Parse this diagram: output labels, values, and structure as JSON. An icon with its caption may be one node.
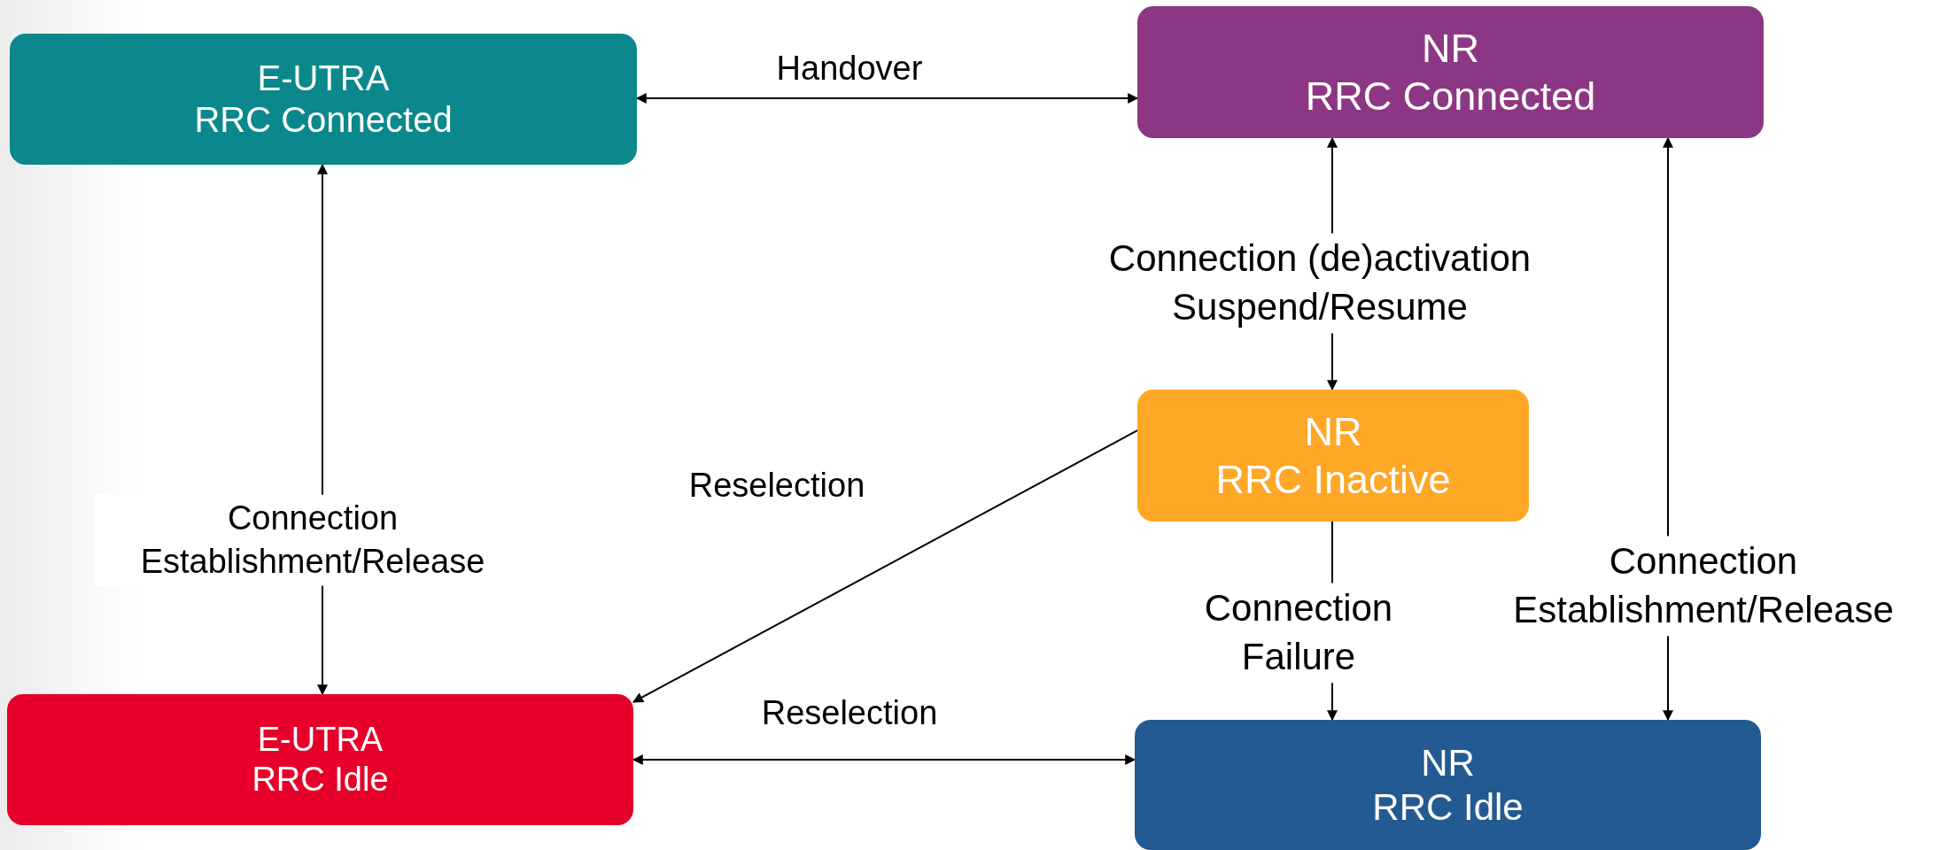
{
  "diagram": {
    "nodes": [
      {
        "text": [
          "E-UTRA",
          "RRC Connected"
        ]
      },
      {
        "text": [
          "NR",
          "RRC Connected"
        ]
      },
      {
        "text": [
          "NR",
          "RRC Inactive"
        ]
      },
      {
        "text": [
          "E-UTRA",
          "RRC Idle"
        ]
      },
      {
        "text": [
          "NR",
          "RRC Idle"
        ]
      }
    ],
    "edges": [
      {
        "from": 0,
        "to": 1,
        "arrow": "both",
        "label": "Handover"
      },
      {
        "from": 0,
        "to": 3,
        "arrow": "both",
        "label": "Connection Establishment/Release"
      },
      {
        "from": 1,
        "to": 2,
        "arrow": "both",
        "label": "Connection (de)activation Suspend/Resume"
      },
      {
        "from": 2,
        "to": 4,
        "arrow": "to",
        "label": "Connection Failure"
      },
      {
        "from": 1,
        "to": 4,
        "arrow": "both",
        "label": "Connection Establishment/Release"
      },
      {
        "from": 2,
        "to": 3,
        "arrow": "to",
        "label": "Reselection"
      },
      {
        "from": 3,
        "to": 4,
        "arrow": "both",
        "label": "Reselection"
      }
    ]
  }
}
